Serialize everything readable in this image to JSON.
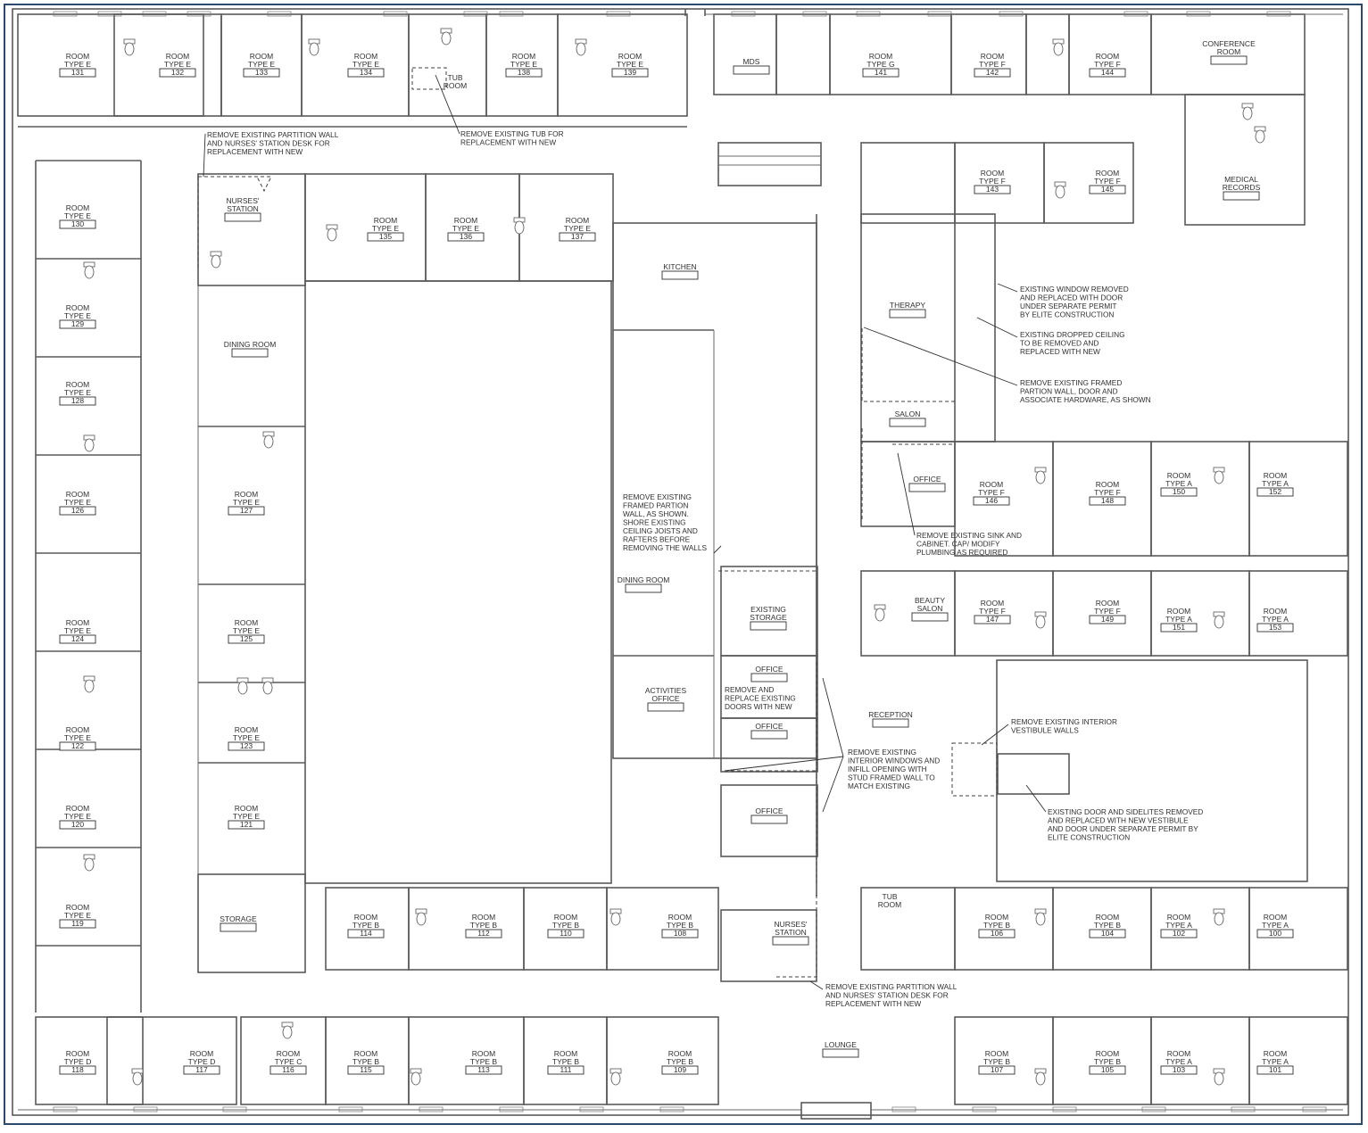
{
  "rooms": [
    {
      "id": "r131",
      "lines": [
        "ROOM",
        "TYPE E"
      ],
      "num": "131"
    },
    {
      "id": "r132",
      "lines": [
        "ROOM",
        "TYPE E"
      ],
      "num": "132"
    },
    {
      "id": "r133",
      "lines": [
        "ROOM",
        "TYPE E"
      ],
      "num": "133"
    },
    {
      "id": "r134",
      "lines": [
        "ROOM",
        "TYPE E"
      ],
      "num": "134"
    },
    {
      "id": "r138",
      "lines": [
        "ROOM",
        "TYPE E"
      ],
      "num": "138"
    },
    {
      "id": "r139",
      "lines": [
        "ROOM",
        "TYPE E"
      ],
      "num": "139"
    },
    {
      "id": "tub_top",
      "lines": [
        "TUB",
        "ROOM"
      ],
      "num": ""
    },
    {
      "id": "mds",
      "lines": [
        "MDS"
      ],
      "num": ""
    },
    {
      "id": "r141",
      "lines": [
        "ROOM",
        "TYPE G"
      ],
      "num": "141"
    },
    {
      "id": "r142",
      "lines": [
        "ROOM",
        "TYPE F"
      ],
      "num": "142"
    },
    {
      "id": "r144",
      "lines": [
        "ROOM",
        "TYPE F"
      ],
      "num": "144"
    },
    {
      "id": "conf",
      "lines": [
        "CONFERENCE",
        "ROOM"
      ],
      "num": ""
    },
    {
      "id": "r143",
      "lines": [
        "ROOM",
        "TYPE F"
      ],
      "num": "143"
    },
    {
      "id": "r145",
      "lines": [
        "ROOM",
        "TYPE F"
      ],
      "num": "145"
    },
    {
      "id": "medrec",
      "lines": [
        "MEDICAL",
        "RECORDS"
      ],
      "num": ""
    },
    {
      "id": "r130",
      "lines": [
        "ROOM",
        "TYPE E"
      ],
      "num": "130"
    },
    {
      "id": "ns_top",
      "lines": [
        "NURSES'",
        "STATION"
      ],
      "num": ""
    },
    {
      "id": "r135",
      "lines": [
        "ROOM",
        "TYPE E"
      ],
      "num": "135"
    },
    {
      "id": "r136",
      "lines": [
        "ROOM",
        "TYPE E"
      ],
      "num": "136"
    },
    {
      "id": "r137",
      "lines": [
        "ROOM",
        "TYPE E"
      ],
      "num": "137"
    },
    {
      "id": "kitchen",
      "lines": [
        "KITCHEN"
      ],
      "num": ""
    },
    {
      "id": "therapy",
      "lines": [
        "THERAPY"
      ],
      "num": ""
    },
    {
      "id": "r129",
      "lines": [
        "ROOM",
        "TYPE E"
      ],
      "num": "129"
    },
    {
      "id": "dining1",
      "lines": [
        "DINING ROOM"
      ],
      "num": ""
    },
    {
      "id": "r128",
      "lines": [
        "ROOM",
        "TYPE E"
      ],
      "num": "128"
    },
    {
      "id": "salon",
      "lines": [
        "SALON"
      ],
      "num": ""
    },
    {
      "id": "office1",
      "lines": [
        "OFFICE"
      ],
      "num": ""
    },
    {
      "id": "r146",
      "lines": [
        "ROOM",
        "TYPE F"
      ],
      "num": "146"
    },
    {
      "id": "r148",
      "lines": [
        "ROOM",
        "TYPE F"
      ],
      "num": "148"
    },
    {
      "id": "r150",
      "lines": [
        "ROOM",
        "TYPE A"
      ],
      "num": "150"
    },
    {
      "id": "r152",
      "lines": [
        "ROOM",
        "TYPE A"
      ],
      "num": "152"
    },
    {
      "id": "r126",
      "lines": [
        "ROOM",
        "TYPE E"
      ],
      "num": "126"
    },
    {
      "id": "r127",
      "lines": [
        "ROOM",
        "TYPE E"
      ],
      "num": "127"
    },
    {
      "id": "dining2",
      "lines": [
        "DINING ROOM"
      ],
      "num": ""
    },
    {
      "id": "storage_ex",
      "lines": [
        "EXISTING",
        "STORAGE"
      ],
      "num": ""
    },
    {
      "id": "beauty",
      "lines": [
        "BEAUTY",
        "SALON"
      ],
      "num": ""
    },
    {
      "id": "r147",
      "lines": [
        "ROOM",
        "TYPE F"
      ],
      "num": "147"
    },
    {
      "id": "r149",
      "lines": [
        "ROOM",
        "TYPE F"
      ],
      "num": "149"
    },
    {
      "id": "r151",
      "lines": [
        "ROOM",
        "TYPE A"
      ],
      "num": "151"
    },
    {
      "id": "r153",
      "lines": [
        "ROOM",
        "TYPE A"
      ],
      "num": "153"
    },
    {
      "id": "r124",
      "lines": [
        "ROOM",
        "TYPE E"
      ],
      "num": "124"
    },
    {
      "id": "r125",
      "lines": [
        "ROOM",
        "TYPE E"
      ],
      "num": "125"
    },
    {
      "id": "office2",
      "lines": [
        "OFFICE"
      ],
      "num": ""
    },
    {
      "id": "activities",
      "lines": [
        "ACTIVITIES",
        "OFFICE"
      ],
      "num": ""
    },
    {
      "id": "reception",
      "lines": [
        "RECEPTION"
      ],
      "num": ""
    },
    {
      "id": "office3",
      "lines": [
        "OFFICE"
      ],
      "num": ""
    },
    {
      "id": "r122",
      "lines": [
        "ROOM",
        "TYPE E"
      ],
      "num": "122"
    },
    {
      "id": "r123",
      "lines": [
        "ROOM",
        "TYPE E"
      ],
      "num": "123"
    },
    {
      "id": "r120",
      "lines": [
        "ROOM",
        "TYPE E"
      ],
      "num": "120"
    },
    {
      "id": "r121",
      "lines": [
        "ROOM",
        "TYPE E"
      ],
      "num": "121"
    },
    {
      "id": "office4",
      "lines": [
        "OFFICE"
      ],
      "num": ""
    },
    {
      "id": "tub_bot",
      "lines": [
        "TUB",
        "ROOM"
      ],
      "num": ""
    },
    {
      "id": "r119",
      "lines": [
        "ROOM",
        "TYPE E"
      ],
      "num": "119"
    },
    {
      "id": "storage",
      "lines": [
        "STORAGE"
      ],
      "num": ""
    },
    {
      "id": "r114",
      "lines": [
        "ROOM",
        "TYPE B"
      ],
      "num": "114"
    },
    {
      "id": "r112",
      "lines": [
        "ROOM",
        "TYPE B"
      ],
      "num": "112"
    },
    {
      "id": "r110",
      "lines": [
        "ROOM",
        "TYPE B"
      ],
      "num": "110"
    },
    {
      "id": "r108",
      "lines": [
        "ROOM",
        "TYPE B"
      ],
      "num": "108"
    },
    {
      "id": "ns_bot",
      "lines": [
        "NURSES'",
        "STATION"
      ],
      "num": ""
    },
    {
      "id": "r106",
      "lines": [
        "ROOM",
        "TYPE B"
      ],
      "num": "106"
    },
    {
      "id": "r104",
      "lines": [
        "ROOM",
        "TYPE B"
      ],
      "num": "104"
    },
    {
      "id": "r102",
      "lines": [
        "ROOM",
        "TYPE A"
      ],
      "num": "102"
    },
    {
      "id": "r100",
      "lines": [
        "ROOM",
        "TYPE A"
      ],
      "num": "100"
    },
    {
      "id": "lounge",
      "lines": [
        "LOUNGE"
      ],
      "num": ""
    },
    {
      "id": "r118",
      "lines": [
        "ROOM",
        "TYPE D"
      ],
      "num": "118"
    },
    {
      "id": "r117",
      "lines": [
        "ROOM",
        "TYPE D"
      ],
      "num": "117"
    },
    {
      "id": "r116",
      "lines": [
        "ROOM",
        "TYPE C"
      ],
      "num": "116"
    },
    {
      "id": "r115",
      "lines": [
        "ROOM",
        "TYPE B"
      ],
      "num": "115"
    },
    {
      "id": "r113",
      "lines": [
        "ROOM",
        "TYPE B"
      ],
      "num": "113"
    },
    {
      "id": "r111",
      "lines": [
        "ROOM",
        "TYPE B"
      ],
      "num": "111"
    },
    {
      "id": "r109",
      "lines": [
        "ROOM",
        "TYPE B"
      ],
      "num": "109"
    },
    {
      "id": "r107",
      "lines": [
        "ROOM",
        "TYPE B"
      ],
      "num": "107"
    },
    {
      "id": "r105",
      "lines": [
        "ROOM",
        "TYPE B"
      ],
      "num": "105"
    },
    {
      "id": "r103",
      "lines": [
        "ROOM",
        "TYPE A"
      ],
      "num": "103"
    },
    {
      "id": "r101",
      "lines": [
        "ROOM",
        "TYPE A"
      ],
      "num": "101"
    }
  ],
  "notes": [
    {
      "id": "n1",
      "lines": [
        "REMOVE EXISTING PARTITION WALL",
        "AND NURSES' STATION DESK FOR",
        "REPLACEMENT WITH NEW"
      ]
    },
    {
      "id": "n2",
      "lines": [
        "REMOVE EXISTING TUB FOR",
        "REPLACEMENT WITH NEW"
      ]
    },
    {
      "id": "n3",
      "lines": [
        "EXISTING WINDOW REMOVED",
        "AND REPLACED WITH DOOR",
        "UNDER SEPARATE PERMIT",
        "BY ELITE CONSTRUCTION"
      ]
    },
    {
      "id": "n4",
      "lines": [
        "EXISTING DROPPED CEILING",
        "TO BE REMOVED AND",
        "REPLACED WITH NEW"
      ]
    },
    {
      "id": "n5",
      "lines": [
        "REMOVE EXISTING FRAMED",
        "PARTION WALL, DOOR AND",
        "ASSOCIATE HARDWARE, AS SHOWN"
      ]
    },
    {
      "id": "n6",
      "lines": [
        "REMOVE EXISTING",
        "FRAMED PARTION",
        "WALL, AS SHOWN.",
        "SHORE EXISTING",
        "CEILING JOISTS AND",
        "RAFTERS BEFORE",
        "REMOVING THE WALLS"
      ]
    },
    {
      "id": "n7",
      "lines": [
        "REMOVE EXISTING SINK AND",
        "CABINET.  CAP/ MODIFY",
        "PLUMBING AS REQUIRED"
      ]
    },
    {
      "id": "n8",
      "lines": [
        "REMOVE AND",
        "REPLACE EXISTING",
        "DOORS WITH NEW"
      ]
    },
    {
      "id": "n9",
      "lines": [
        "REMOVE EXISTING INTERIOR",
        "VESTIBULE WALLS"
      ]
    },
    {
      "id": "n10",
      "lines": [
        "REMOVE EXISTING",
        "INTERIOR WINDOWS AND",
        "INFILL OPENING WITH",
        "STUD FRAMED WALL TO",
        "MATCH EXISTING"
      ]
    },
    {
      "id": "n11",
      "lines": [
        "EXISTING DOOR AND SIDELITES REMOVED",
        "AND REPLACED WITH NEW VESTIBULE",
        "AND DOOR UNDER SEPARATE PERMIT BY",
        "ELITE CONSTRUCTION"
      ]
    },
    {
      "id": "n12",
      "lines": [
        "REMOVE EXISTING PARTITION WALL",
        "AND NURSES' STATION DESK FOR",
        "REPLACEMENT WITH NEW"
      ]
    }
  ],
  "colors": {
    "frame": "#2b4a6e",
    "wall": "#5a5a5a",
    "text": "#303030"
  }
}
